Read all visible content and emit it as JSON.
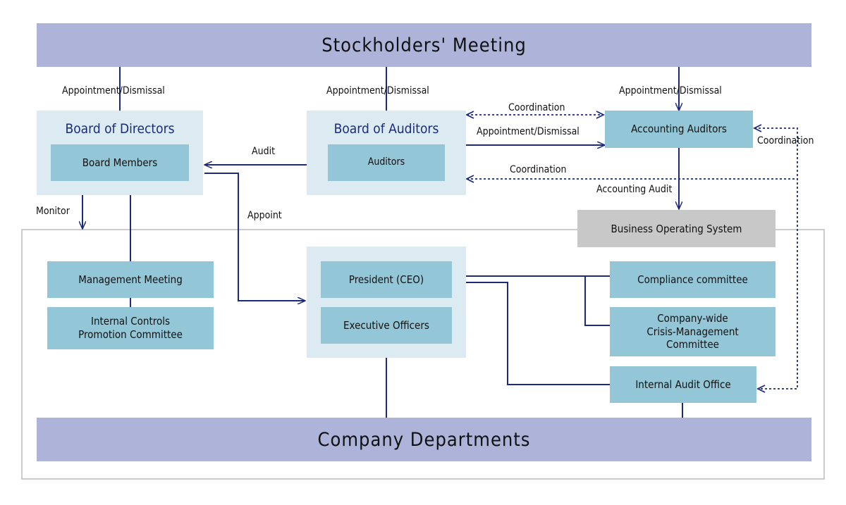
{
  "header": {
    "title": "Stockholders' Meeting"
  },
  "footer": {
    "title": "Company Departments"
  },
  "board_of_directors": {
    "title": "Board of Directors",
    "member": "Board Members"
  },
  "board_of_auditors": {
    "title": "Board of Auditors",
    "member": "Auditors"
  },
  "accounting_auditors": "Accounting Auditors",
  "business_operating_system": "Business Operating System",
  "management_meeting": "Management Meeting",
  "internal_controls": "Internal Controls\nPromotion Committee",
  "president": "President (CEO)",
  "executive_officers": "Executive Officers",
  "compliance_committee": "Compliance committee",
  "crisis_committee": "Company-wide\nCrisis-Management\nCommittee",
  "internal_audit_office": "Internal Audit Office",
  "labels": {
    "appointment_dismissal": "Appointment/Dismissal",
    "coordination": "Coordination",
    "audit": "Audit",
    "appoint": "Appoint",
    "monitor": "Monitor",
    "accounting_audit": "Accounting Audit"
  },
  "colors": {
    "band": "#adb3d9",
    "panel": "#dcebf1",
    "box": "#93c6d6",
    "gray_box": "#c8c8c8",
    "line": "#1b2a7c"
  }
}
